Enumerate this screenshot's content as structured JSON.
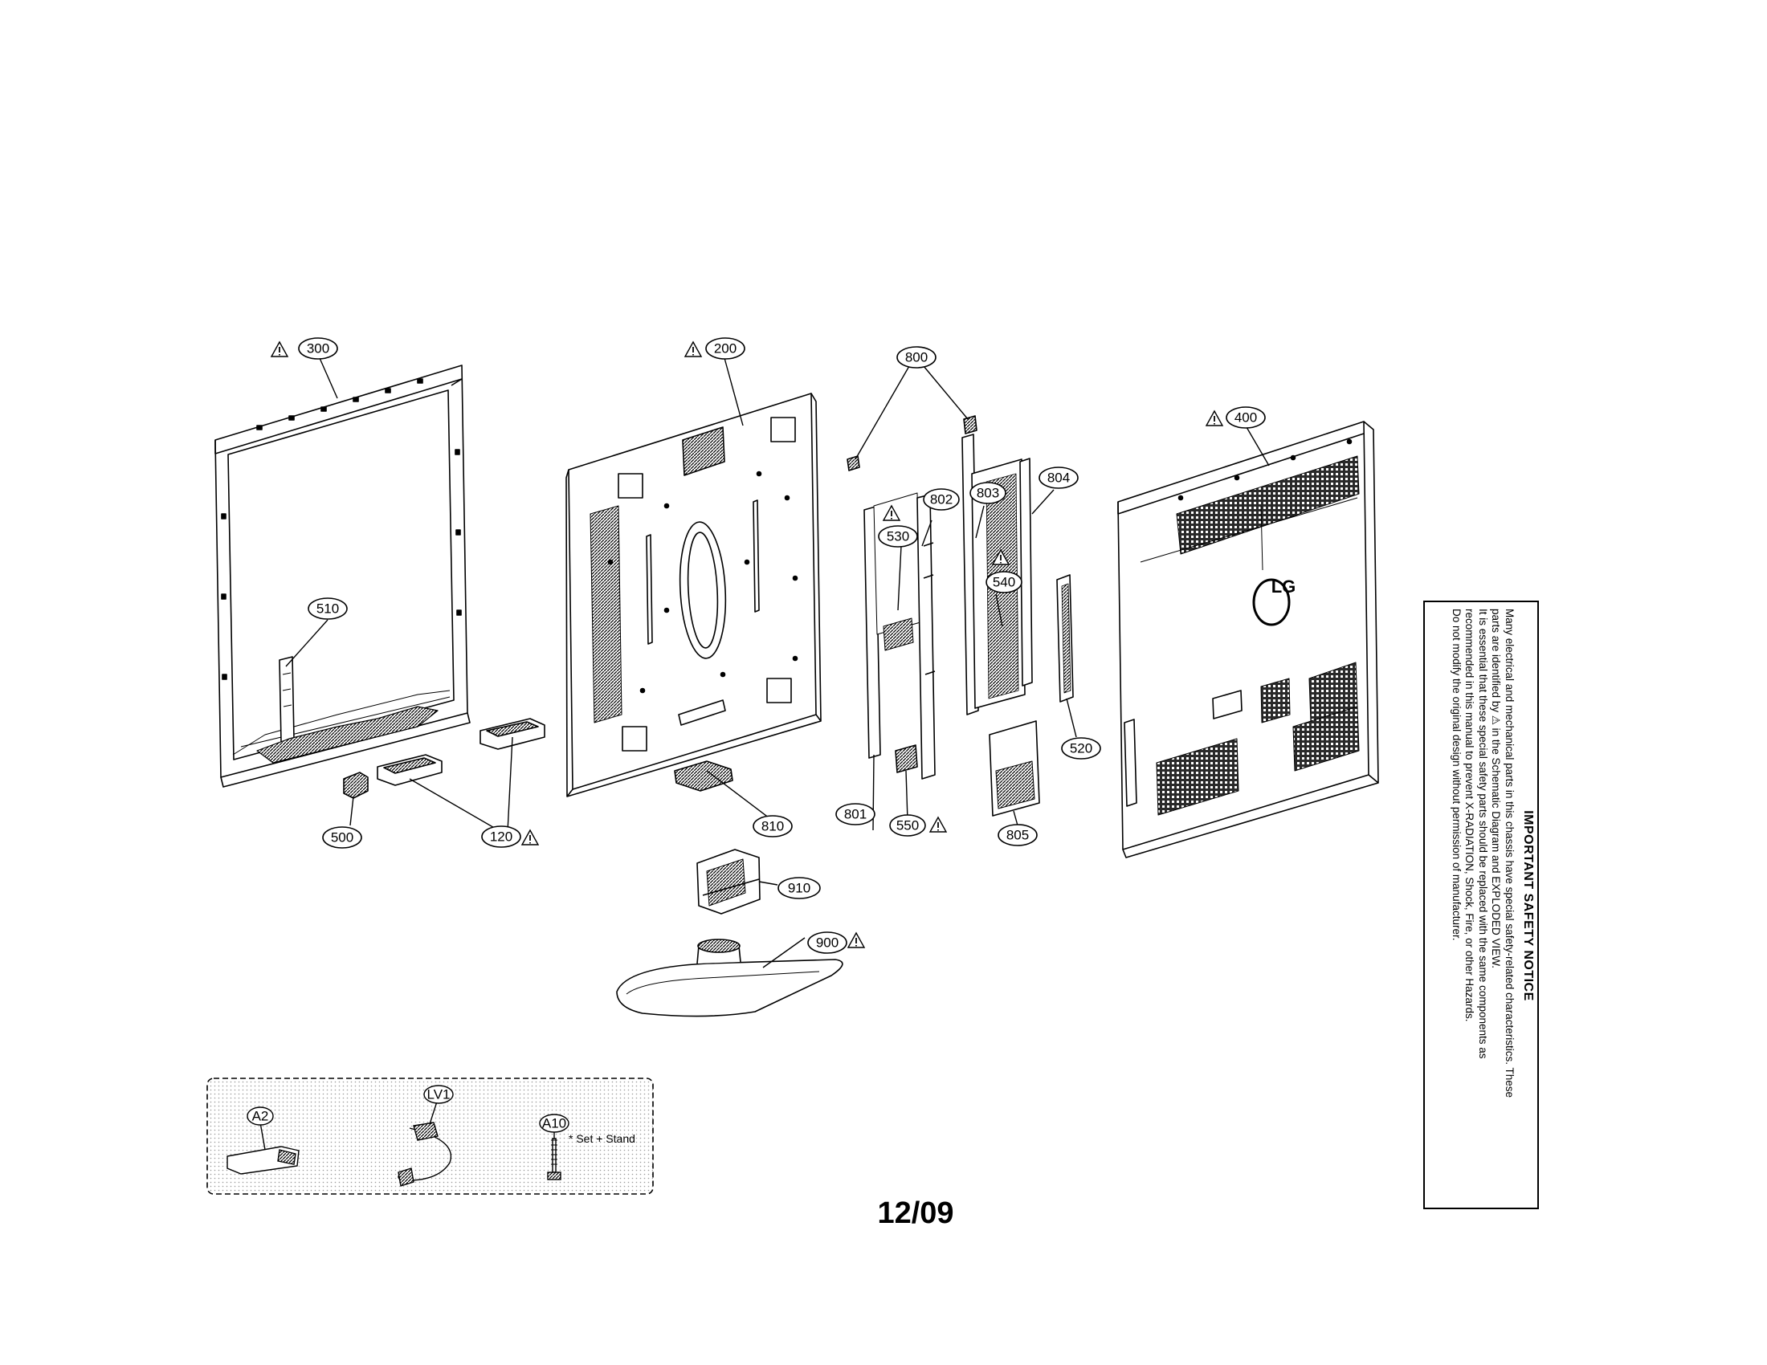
{
  "diagram": {
    "callouts": {
      "c300": "300",
      "c200": "200",
      "c800": "800",
      "c400": "400",
      "c802": "802",
      "c803": "803",
      "c804": "804",
      "c530": "530",
      "c540": "540",
      "c510": "510",
      "c520": "520",
      "c500": "500",
      "c120": "120",
      "c810": "810",
      "c801": "801",
      "c550": "550",
      "c805": "805",
      "c910": "910",
      "c900": "900",
      "cA2": "A2",
      "cLV1": "LV1",
      "cA10": "A10"
    },
    "accessory_note": "* Set + Stand",
    "logo_text": "LG"
  },
  "safety_notice": {
    "heading": "IMPORTANT SAFETY NOTICE",
    "lines": [
      "Many electrical and mechanical parts in this chassis have special safety-related characteristics. These",
      "parts are identified by ⚠ in the Schematic Diagram and EXPLODED VIEW.",
      "It is essential that these special safety parts should be replaced with the same components as",
      "recommended in this manual to prevent X-RADIATION, Shock, Fire, or other Hazards.",
      "Do not modify the original design without permission of manufacturer."
    ]
  },
  "footer": {
    "date_code": "12/09"
  }
}
